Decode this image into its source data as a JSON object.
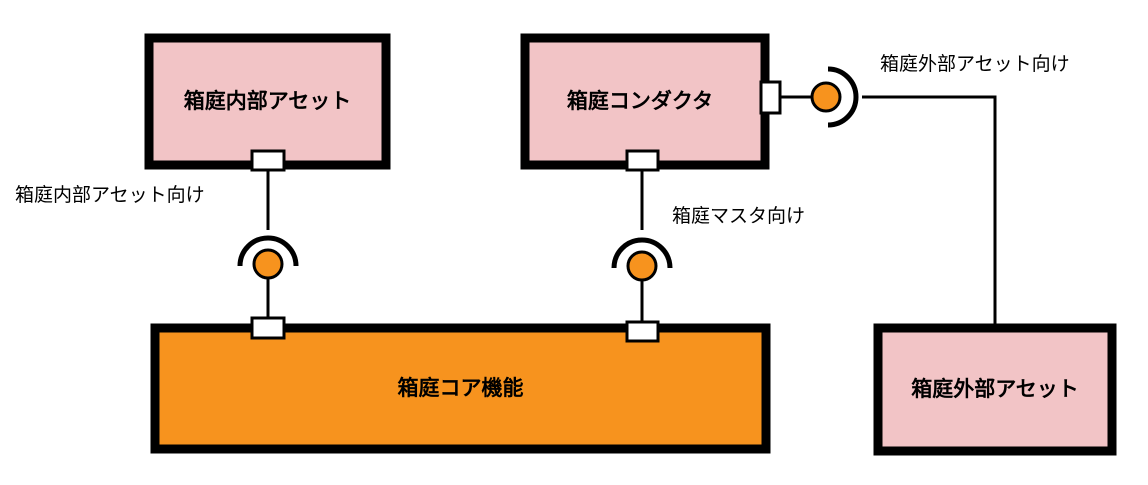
{
  "colors": {
    "component_fill": "#f2c4c6",
    "core_fill": "#f7931e",
    "interface_ball": "#f7931e",
    "port_fill": "#ffffff",
    "stroke": "#000000"
  },
  "components": {
    "internal_asset": "箱庭内部アセット",
    "conductor": "箱庭コンダクタ",
    "core": "箱庭コア機能",
    "external_asset": "箱庭外部アセット"
  },
  "interfaces": {
    "internal": "箱庭内部アセット向け",
    "master": "箱庭マスタ向け",
    "external": "箱庭外部アセット向け"
  }
}
